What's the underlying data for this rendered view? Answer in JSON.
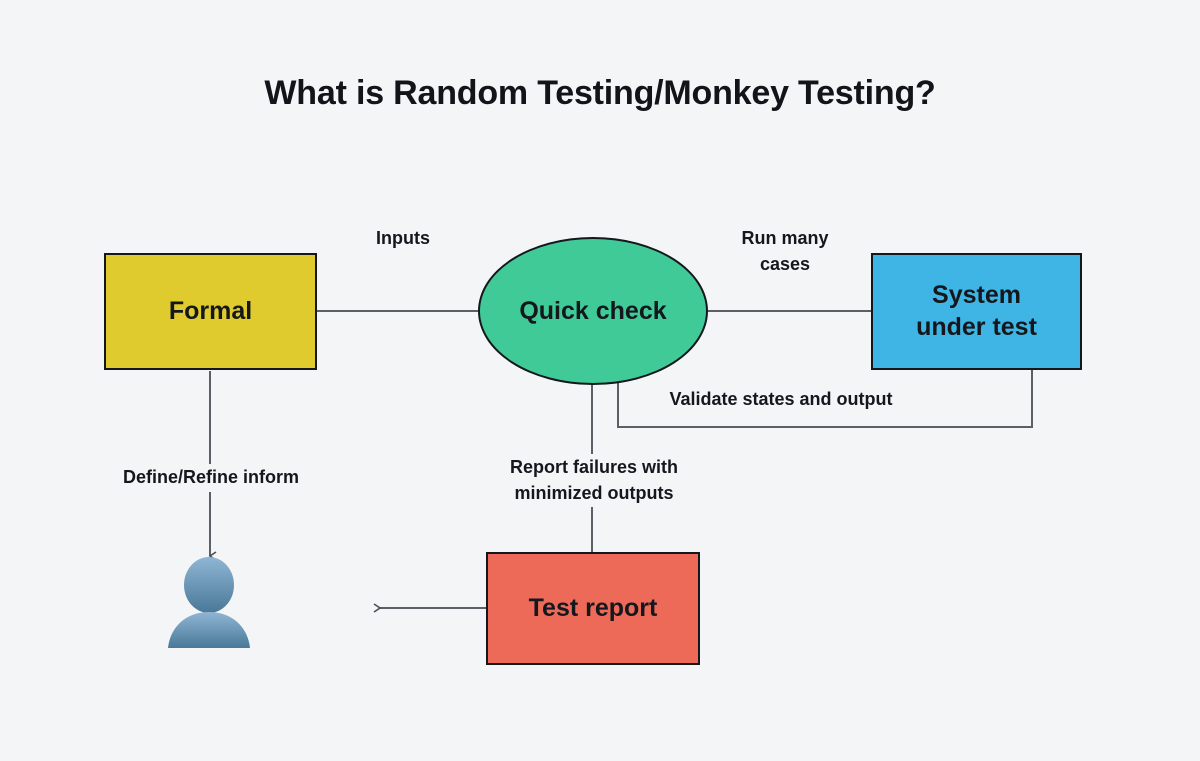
{
  "page": {
    "title": "What is Random Testing/Monkey Testing?",
    "background_color": "#f4f5f7"
  },
  "diagram": {
    "type": "flowchart",
    "nodes": [
      {
        "id": "formal",
        "label": "Formal",
        "shape": "rectangle",
        "fill_color": "#e0cb2e",
        "border_color": "#14181d"
      },
      {
        "id": "quick-check",
        "label": "Quick check",
        "shape": "ellipse",
        "fill_color": "#3fca98",
        "border_color": "#14181d"
      },
      {
        "id": "system-under-test",
        "label": "System under test",
        "label_line1": "System",
        "label_line2": "under test",
        "shape": "rectangle",
        "fill_color": "#3fb5e5",
        "border_color": "#14181d"
      },
      {
        "id": "test-report",
        "label": "Test report",
        "shape": "rectangle",
        "fill_color": "#ec6a57",
        "border_color": "#14181d"
      },
      {
        "id": "user",
        "label": "user-avatar",
        "shape": "person-icon",
        "fill_color": "#5b87ad"
      }
    ],
    "edges": [
      {
        "id": "formal-to-quick-check",
        "from": "formal",
        "to": "quick-check",
        "label": "Inputs",
        "arrow": false
      },
      {
        "id": "quick-check-to-system-under-test",
        "from": "quick-check",
        "to": "system-under-test",
        "label_line1": "Run many",
        "label_line2": "cases",
        "label": "Run many cases",
        "arrow": false
      },
      {
        "id": "system-under-test-to-quick-check",
        "from": "system-under-test",
        "to": "quick-check",
        "label": "Validate states and output",
        "arrow": false
      },
      {
        "id": "formal-to-user",
        "from": "formal",
        "to": "user",
        "label": "Define/Refine inform",
        "arrow": true
      },
      {
        "id": "quick-check-to-test-report",
        "from": "quick-check",
        "to": "test-report",
        "label_line1": "Report failures with",
        "label_line2": "minimized outputs",
        "label": "Report failures with minimized outputs",
        "arrow": false
      },
      {
        "id": "test-report-out",
        "from": "test-report",
        "to": "",
        "label": "",
        "arrow": true
      }
    ],
    "line_color": "#5c6066"
  }
}
